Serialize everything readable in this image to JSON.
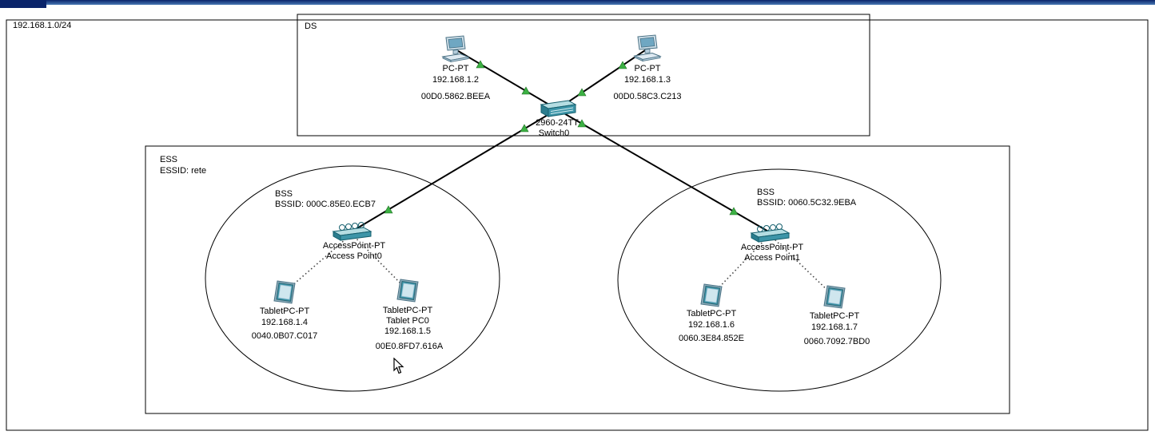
{
  "colors": {
    "link_up_green": "#3CB043",
    "shape_border": "#000000",
    "device_teal": "#3D95A8",
    "titlebar_blue": "#0A246A"
  },
  "subnet": {
    "label": "192.168.1.0/24"
  },
  "ds": {
    "label": "DS",
    "pc0": {
      "icon": "pc-icon",
      "model": "PC-PT",
      "ip": "192.168.1.2",
      "mac": "00D0.5862.BEEA"
    },
    "pc1": {
      "icon": "pc-icon",
      "model": "PC-PT",
      "ip": "192.168.1.3",
      "mac": "00D0.58C3.C213"
    },
    "switch0": {
      "icon": "switch-icon",
      "model": "2960-24TT",
      "name": "Switch0"
    }
  },
  "ess": {
    "label": "ESS",
    "essid_label": "ESSID: rete",
    "bss0": {
      "label": "BSS",
      "bssid_label": "BSSID: 000C.85E0.ECB7",
      "ap": {
        "icon": "access-point-icon",
        "model": "AccessPoint-PT",
        "name": "Access Point0"
      },
      "tablet1": {
        "icon": "tablet-icon",
        "model": "TabletPC-PT",
        "ip": "192.168.1.4",
        "mac": "0040.0B07.C017"
      },
      "tablet2": {
        "icon": "tablet-icon",
        "model": "TabletPC-PT",
        "name": "Tablet PC0",
        "ip": "192.168.1.5",
        "mac": "00E0.8FD7.616A"
      }
    },
    "bss1": {
      "label": "BSS",
      "bssid_label": "BSSID: 0060.5C32.9EBA",
      "ap": {
        "icon": "access-point-icon",
        "model": "AccessPoint-PT",
        "name": "Access Point1"
      },
      "tablet1": {
        "icon": "tablet-icon",
        "model": "TabletPC-PT",
        "ip": "192.168.1.6",
        "mac": "0060.3E84.852E"
      },
      "tablet2": {
        "icon": "tablet-icon",
        "model": "TabletPC-PT",
        "ip": "192.168.1.7",
        "mac": "0060.7092.7BD0"
      }
    }
  }
}
